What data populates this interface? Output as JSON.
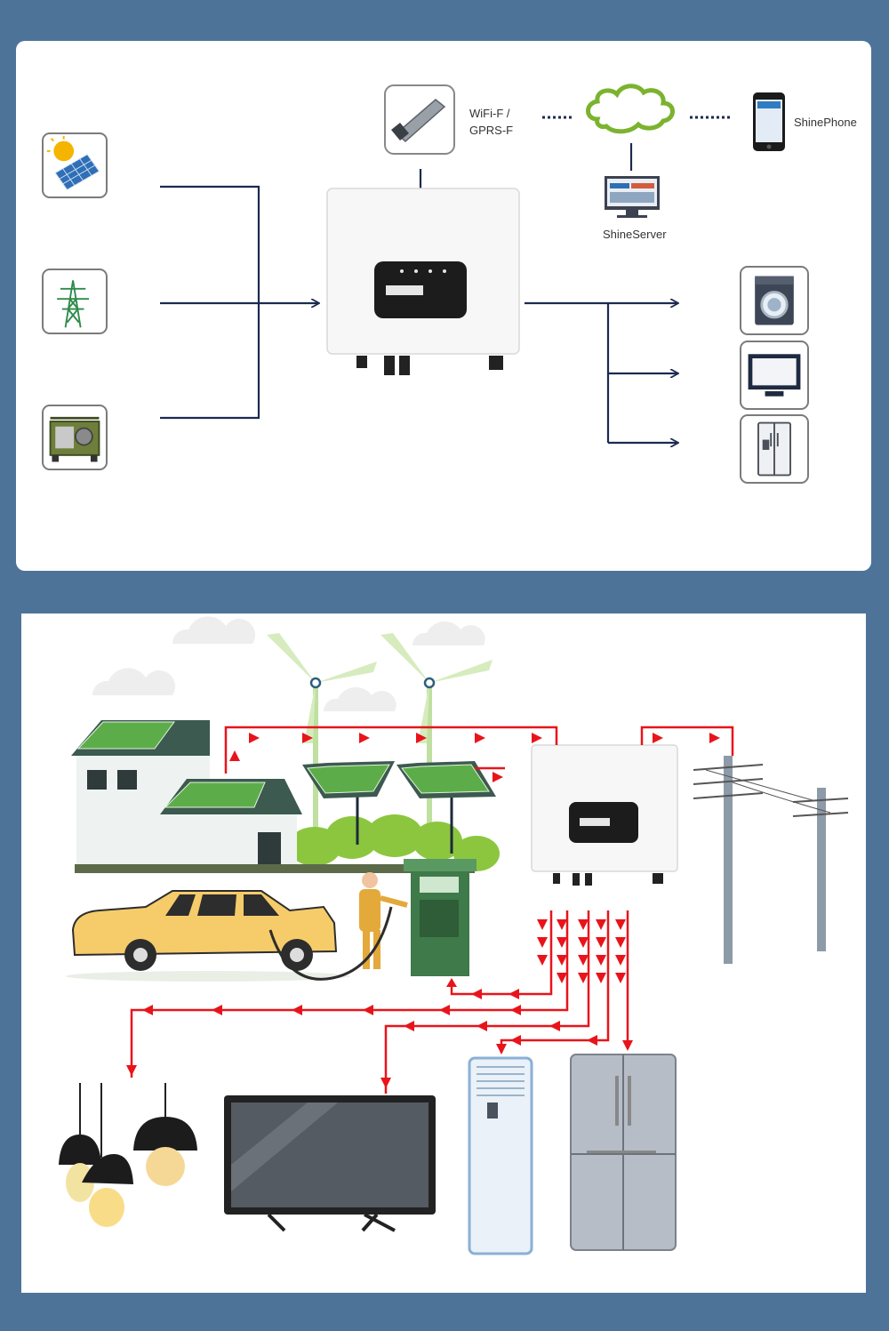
{
  "top_diagram": {
    "wifi_label_line1": "WiFi-F /",
    "wifi_label_line2": "GPRS-F",
    "server_label": "ShineServer",
    "phone_label": "ShinePhone",
    "inputs": [
      "solar-panel-icon",
      "transmission-tower-icon",
      "diesel-generator-icon"
    ],
    "outputs": [
      "washing-machine-icon",
      "television-icon",
      "refrigerator-icon"
    ],
    "line_color": "#1c2a4f"
  },
  "bottom_diagram": {
    "arrow_color": "#e8141b",
    "flow_color": "#e8141b"
  },
  "colors": {
    "background": "#4e7399",
    "panel": "#ffffff",
    "cloud_green": "#7bb32e"
  }
}
